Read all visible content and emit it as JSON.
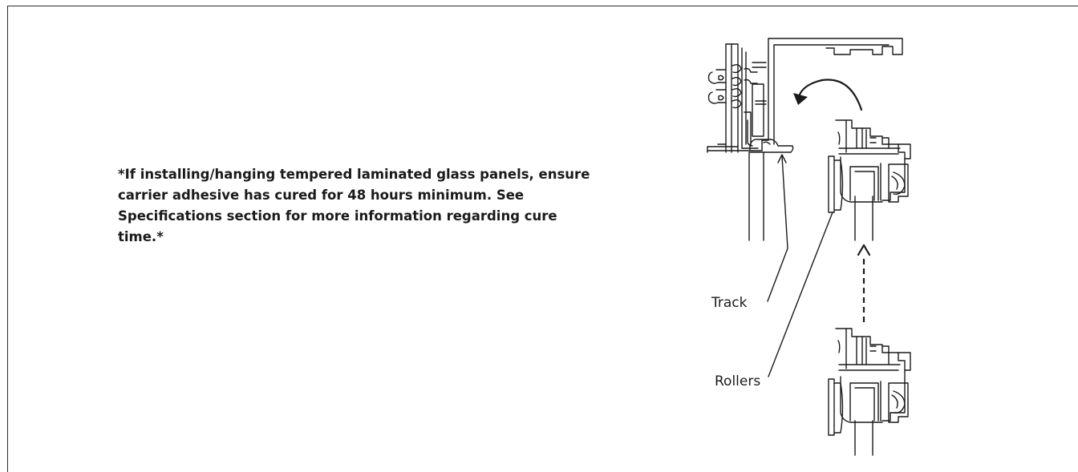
{
  "note": {
    "text": "*If installing/hanging tempered laminated glass panels, ensure carrier adhesive has cured for 48 hours minimum. See Specifications section for more information regarding cure time.*"
  },
  "diagram": {
    "labels": {
      "track": "Track",
      "rollers": "Rollers"
    },
    "icons": [
      "curved-rotation-arrow-icon",
      "dashed-up-arrow-icon"
    ]
  }
}
